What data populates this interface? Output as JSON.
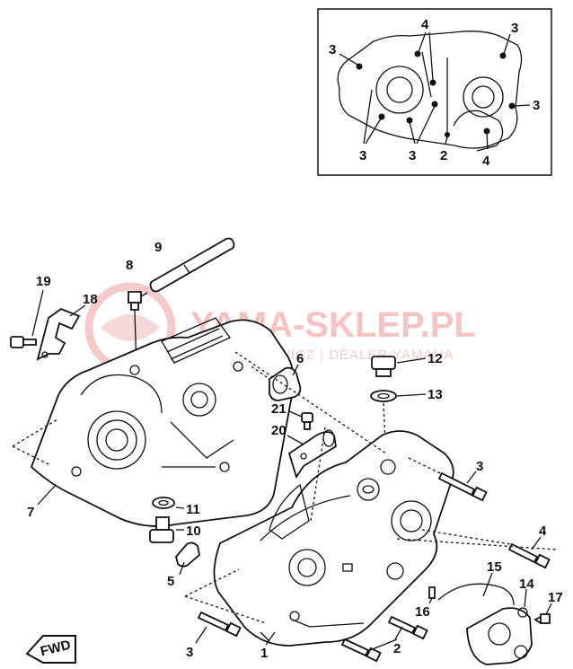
{
  "watermark": {
    "title": "YAMA-SKLEP.PL",
    "subtitle": "WOJCIECHOWICZ | DEALER YAMAHA",
    "brand_color": "#e06060"
  },
  "fwd_label": "FWD",
  "inset_labels": [
    {
      "id": "in-3-tl",
      "text": "3"
    },
    {
      "id": "in-4-top",
      "text": "4"
    },
    {
      "id": "in-3-tr",
      "text": "3"
    },
    {
      "id": "in-3-right",
      "text": "3"
    },
    {
      "id": "in-3-bl",
      "text": "3"
    },
    {
      "id": "in-3-bm",
      "text": "3"
    },
    {
      "id": "in-2",
      "text": "2"
    },
    {
      "id": "in-4-br",
      "text": "4"
    }
  ],
  "part_labels": [
    {
      "id": "p1",
      "text": "1"
    },
    {
      "id": "p2",
      "text": "2"
    },
    {
      "id": "p3-right",
      "text": "3"
    },
    {
      "id": "p3-left",
      "text": "3"
    },
    {
      "id": "p4",
      "text": "4"
    },
    {
      "id": "p5",
      "text": "5"
    },
    {
      "id": "p6",
      "text": "6"
    },
    {
      "id": "p7",
      "text": "7"
    },
    {
      "id": "p8",
      "text": "8"
    },
    {
      "id": "p9",
      "text": "9"
    },
    {
      "id": "p10",
      "text": "10"
    },
    {
      "id": "p11",
      "text": "11"
    },
    {
      "id": "p12",
      "text": "12"
    },
    {
      "id": "p13",
      "text": "13"
    },
    {
      "id": "p14",
      "text": "14"
    },
    {
      "id": "p15",
      "text": "15"
    },
    {
      "id": "p16",
      "text": "16"
    },
    {
      "id": "p17",
      "text": "17"
    },
    {
      "id": "p18",
      "text": "18"
    },
    {
      "id": "p19",
      "text": "19"
    },
    {
      "id": "p20",
      "text": "20"
    },
    {
      "id": "p21",
      "text": "21"
    }
  ]
}
